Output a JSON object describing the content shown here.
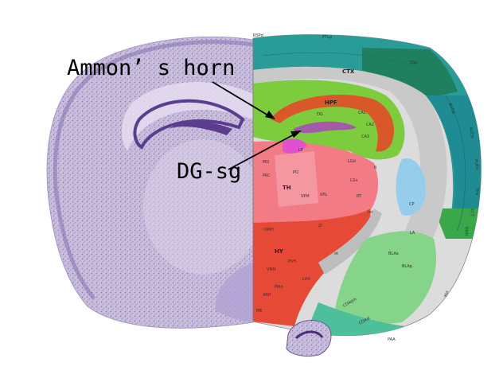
{
  "callouts": {
    "ammons_horn": "Ammon’ s horn",
    "dg_sg": "DG-sg"
  },
  "atlas_labels": {
    "ctx": "CTX",
    "hpf": "HPF",
    "dg": "DG",
    "ca1": "CA1",
    "ca2": "CA2",
    "ca3": "CA3",
    "th": "TH",
    "hy": "HY",
    "cp": "CP",
    "paa": "PAA",
    "rsp": "RSPd",
    "ptlp": "PTLp",
    "ssp": "SSp",
    "audd": "AUDd",
    "audp": "AUDp",
    "audv": "AUDv",
    "tea": "TEa",
    "ect": "ECT",
    "ent": "ENTl",
    "pir": "PIR",
    "la": "LA",
    "bla": "BLAa",
    "blap": "BLAp",
    "coa": "COApm",
    "coal": "COAal",
    "lp": "LP",
    "po": "PO",
    "lgd": "LGd",
    "lgv": "LGv",
    "vpm": "VPM",
    "vpl": "VPL",
    "md": "MD",
    "rt": "RT",
    "zi": "ZI",
    "dmh": "DMH",
    "vmh": "VMH",
    "arh": "ARH",
    "pvh": "PVH",
    "me": "ME",
    "lha": "LHA",
    "pmd": "PMd",
    "prc": "PRC",
    "fi": "fi",
    "ot": "ot",
    "int": "int"
  },
  "colors": {
    "cortex_teal": "#2a9c97",
    "cortex_dark": "#1f8a88",
    "hpf_green": "#7dcc3e",
    "ammons_horn_orange": "#d9582a",
    "dg_purple": "#a35aa8",
    "thalamus_pink": "#f27b86",
    "hypothalamus_red": "#e64a37",
    "striatum_blue": "#96cdea",
    "amygdala_green": "#86d38a",
    "fiber_gray": "#c9c9c9",
    "nissl_purple": "#8b78b8"
  }
}
